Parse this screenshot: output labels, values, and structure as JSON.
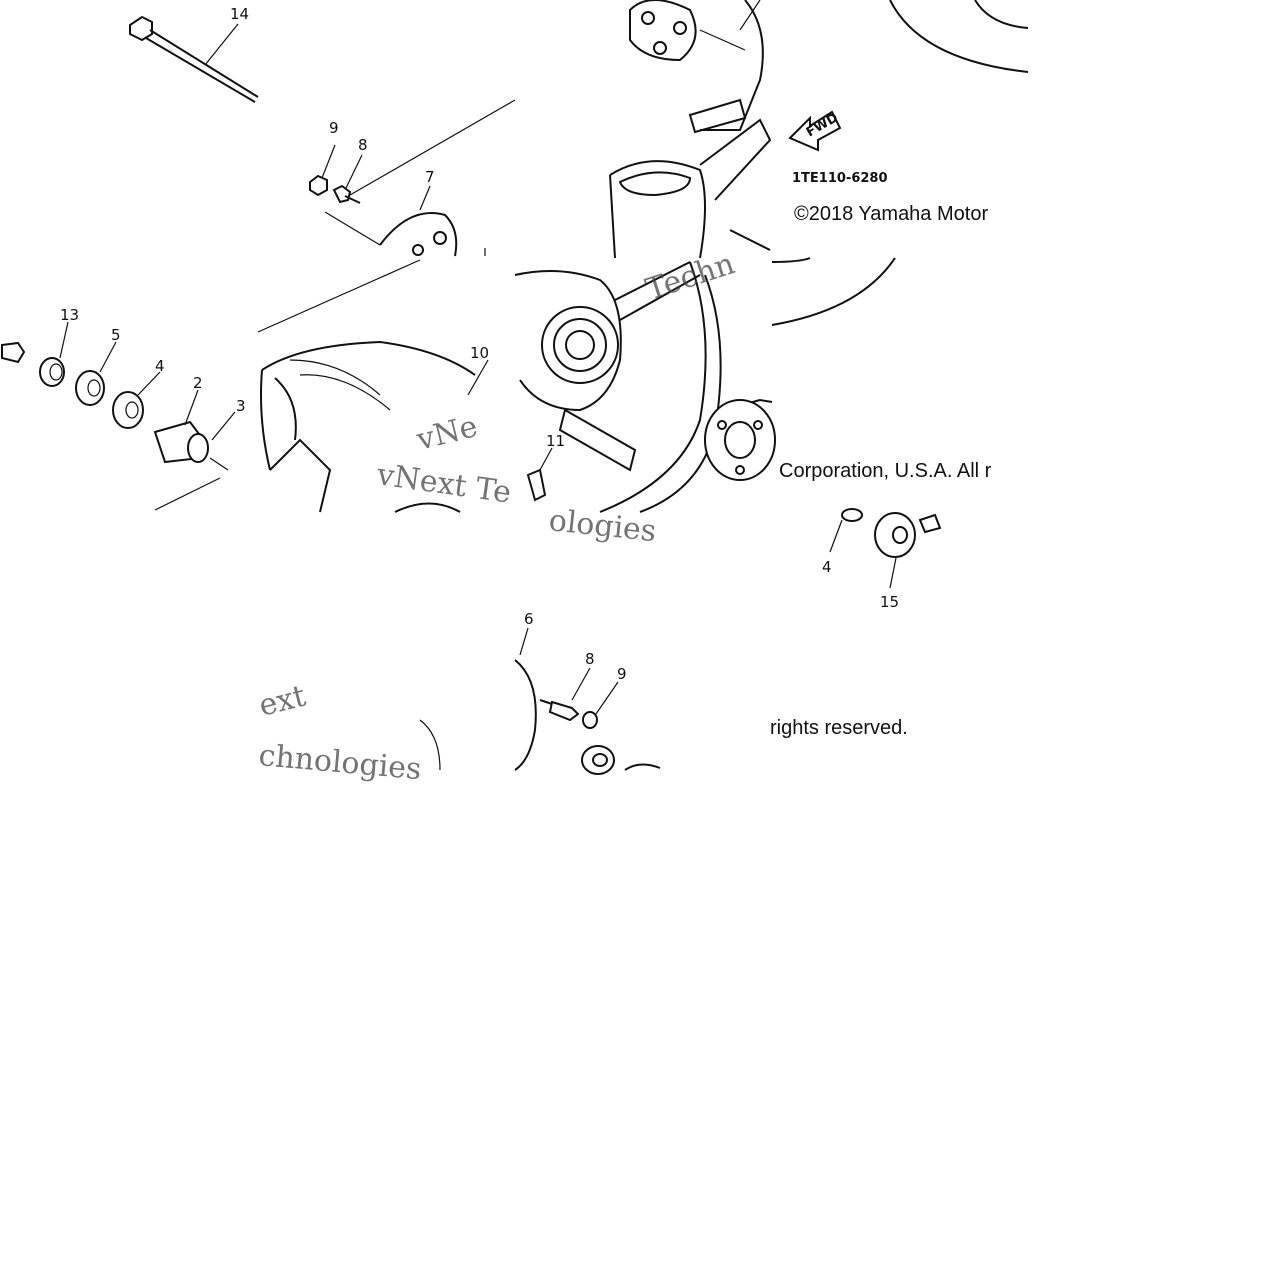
{
  "diagram": {
    "part_code": "1TE110-6280",
    "fwd_label": "FWD",
    "copyright_line1": "©2018 Yamaha Motor",
    "copyright_line2": "Corporation, U.S.A. All r",
    "copyright_line3": "rights reserved.",
    "watermark_fragments": [
      "vNext Te",
      "ologies",
      "ext",
      "chnologies",
      "Techn",
      "vNe"
    ],
    "callouts": [
      "14",
      "9",
      "8",
      "7",
      "13",
      "5",
      "4",
      "2",
      "3",
      "10",
      "11",
      "4",
      "15",
      "6",
      "8",
      "9"
    ]
  }
}
